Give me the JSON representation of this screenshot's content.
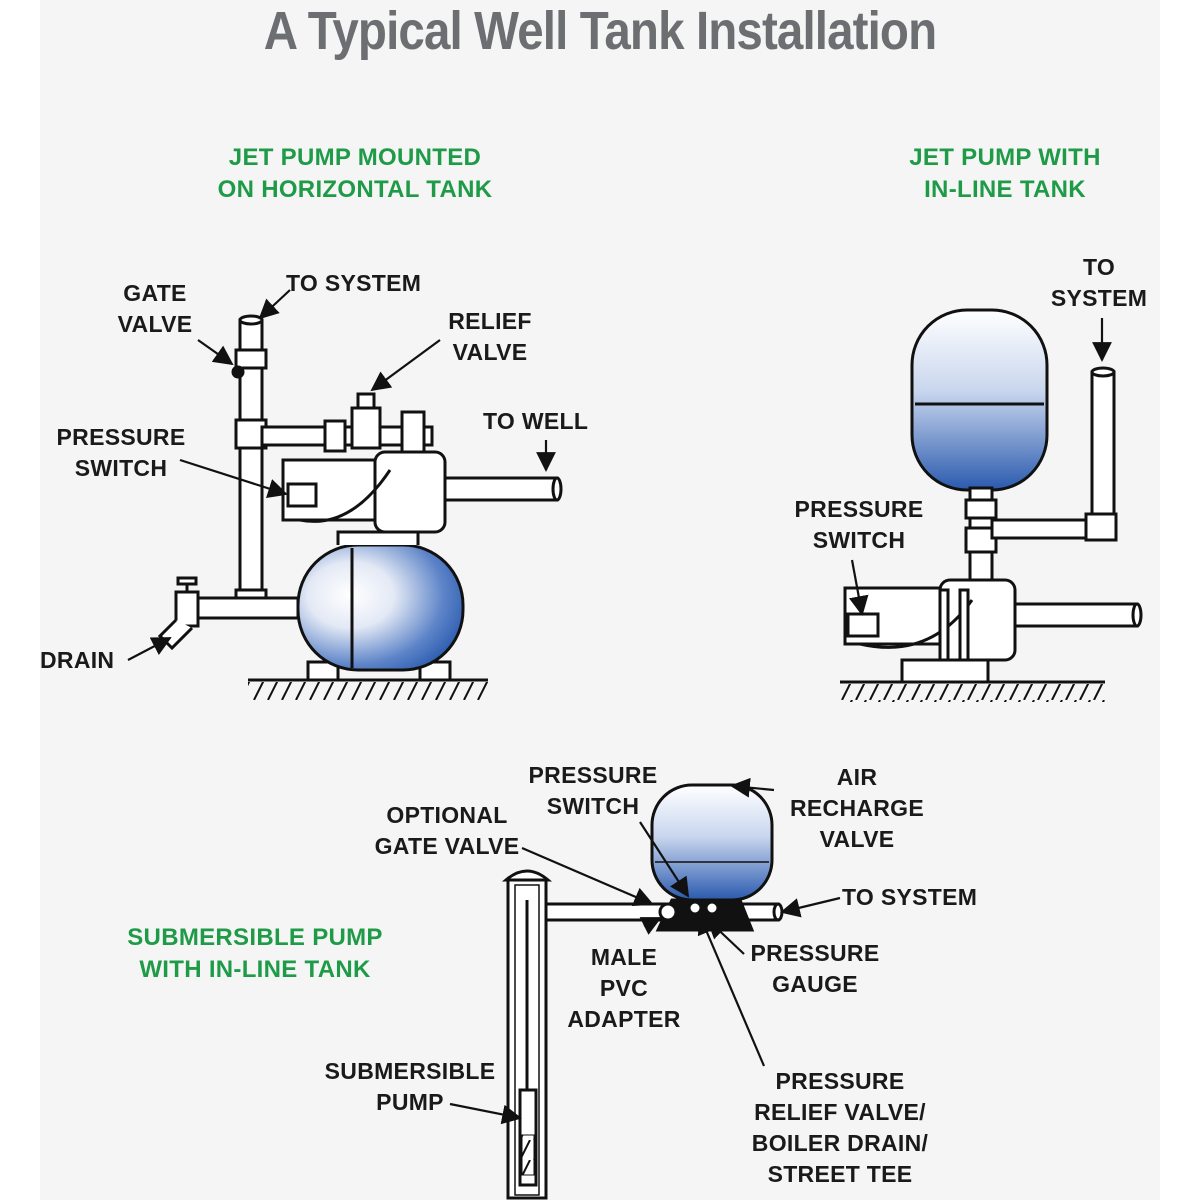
{
  "title": "A Typical Well Tank Installation",
  "sections": {
    "horizontal": "JET PUMP MOUNTED\nON HORIZONTAL TANK",
    "inline": "JET PUMP WITH\nIN-LINE TANK",
    "submersible": "SUBMERSIBLE PUMP\nWITH IN-LINE TANK"
  },
  "labels": {
    "gate_valve": "GATE\nVALVE",
    "to_system_1": "TO SYSTEM",
    "relief_valve": "RELIEF\nVALVE",
    "pressure_switch_1": "PRESSURE\nSWITCH",
    "to_well": "TO WELL",
    "drain": "DRAIN",
    "to_system_2": "TO\nSYSTEM",
    "pressure_switch_2": "PRESSURE\nSWITCH",
    "pressure_switch_3": "PRESSURE\nSWITCH",
    "air_recharge_valve": "AIR\nRECHARGE\nVALVE",
    "optional_gate_valve": "OPTIONAL\nGATE VALVE",
    "to_system_3": "TO SYSTEM",
    "pressure_gauge": "PRESSURE\nGAUGE",
    "male_pvc_adapter": "MALE\nPVC\nADAPTER",
    "pressure_relief": "PRESSURE\nRELIEF VALVE/\nBOILER DRAIN/\nSTREET TEE",
    "submersible_pump": "SUBMERSIBLE\nPUMP"
  },
  "colors": {
    "tank_blue": "#2a5aae",
    "section_green": "#1f9b48",
    "title_gray": "#6d6e71"
  }
}
